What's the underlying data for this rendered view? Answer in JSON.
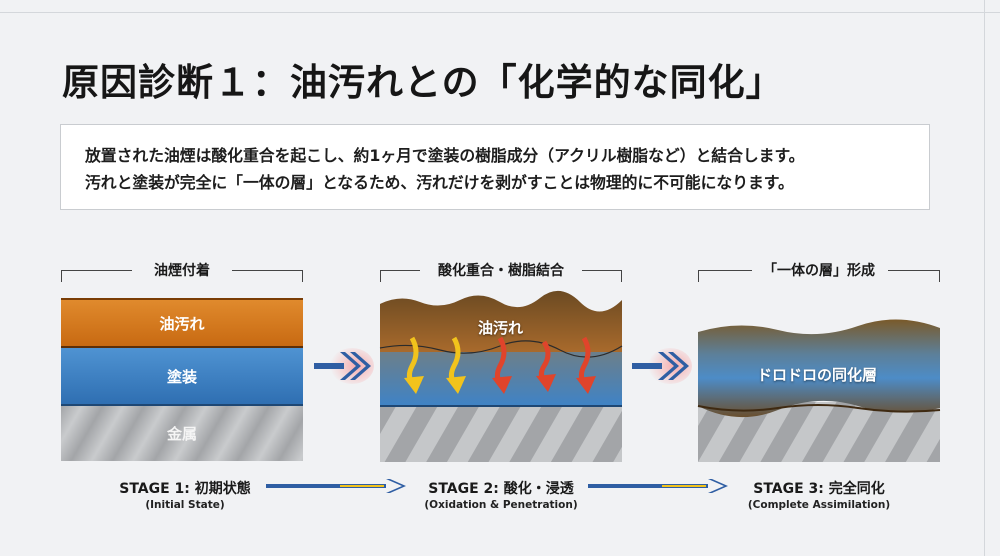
{
  "title": "原因診断１：油汚れとの「化学的な同化」",
  "description": {
    "line1": "放置された油煙は酸化重合を起こし、約1ヶ月で塗装の樹脂成分（アクリル樹脂など）と結合します。",
    "line2": "汚れと塗装が完全に「一体の層」となるため、汚れだけを剥がすことは物理的に不可能になります。"
  },
  "stages": [
    {
      "header": "油煙付着",
      "layers": {
        "oil": "油汚れ",
        "paint": "塗装",
        "metal": "金属"
      },
      "label": "STAGE 1: 初期状態",
      "sublabel": "(Initial State)"
    },
    {
      "header": "酸化重合・樹脂結合",
      "oil_label": "油汚れ",
      "label": "STAGE 2: 酸化・浸透",
      "sublabel": "(Oxidation & Penetration)"
    },
    {
      "header": "「一体の層」形成",
      "layer_label": "ドロドロの同化層",
      "label": "STAGE 3: 完全同化",
      "sublabel": "(Complete Assimilation)"
    }
  ],
  "colors": {
    "oil": "#d67a20",
    "paint": "#3f83c6",
    "metal": "#b5b7ba",
    "arrow_yellow": "#f2c31c",
    "arrow_red": "#e0442b",
    "arrow_blue": "#2f5ea3"
  },
  "icons": [
    "double-chevron-arrow-icon",
    "penetration-arrow-icon",
    "flow-arrow-icon"
  ]
}
